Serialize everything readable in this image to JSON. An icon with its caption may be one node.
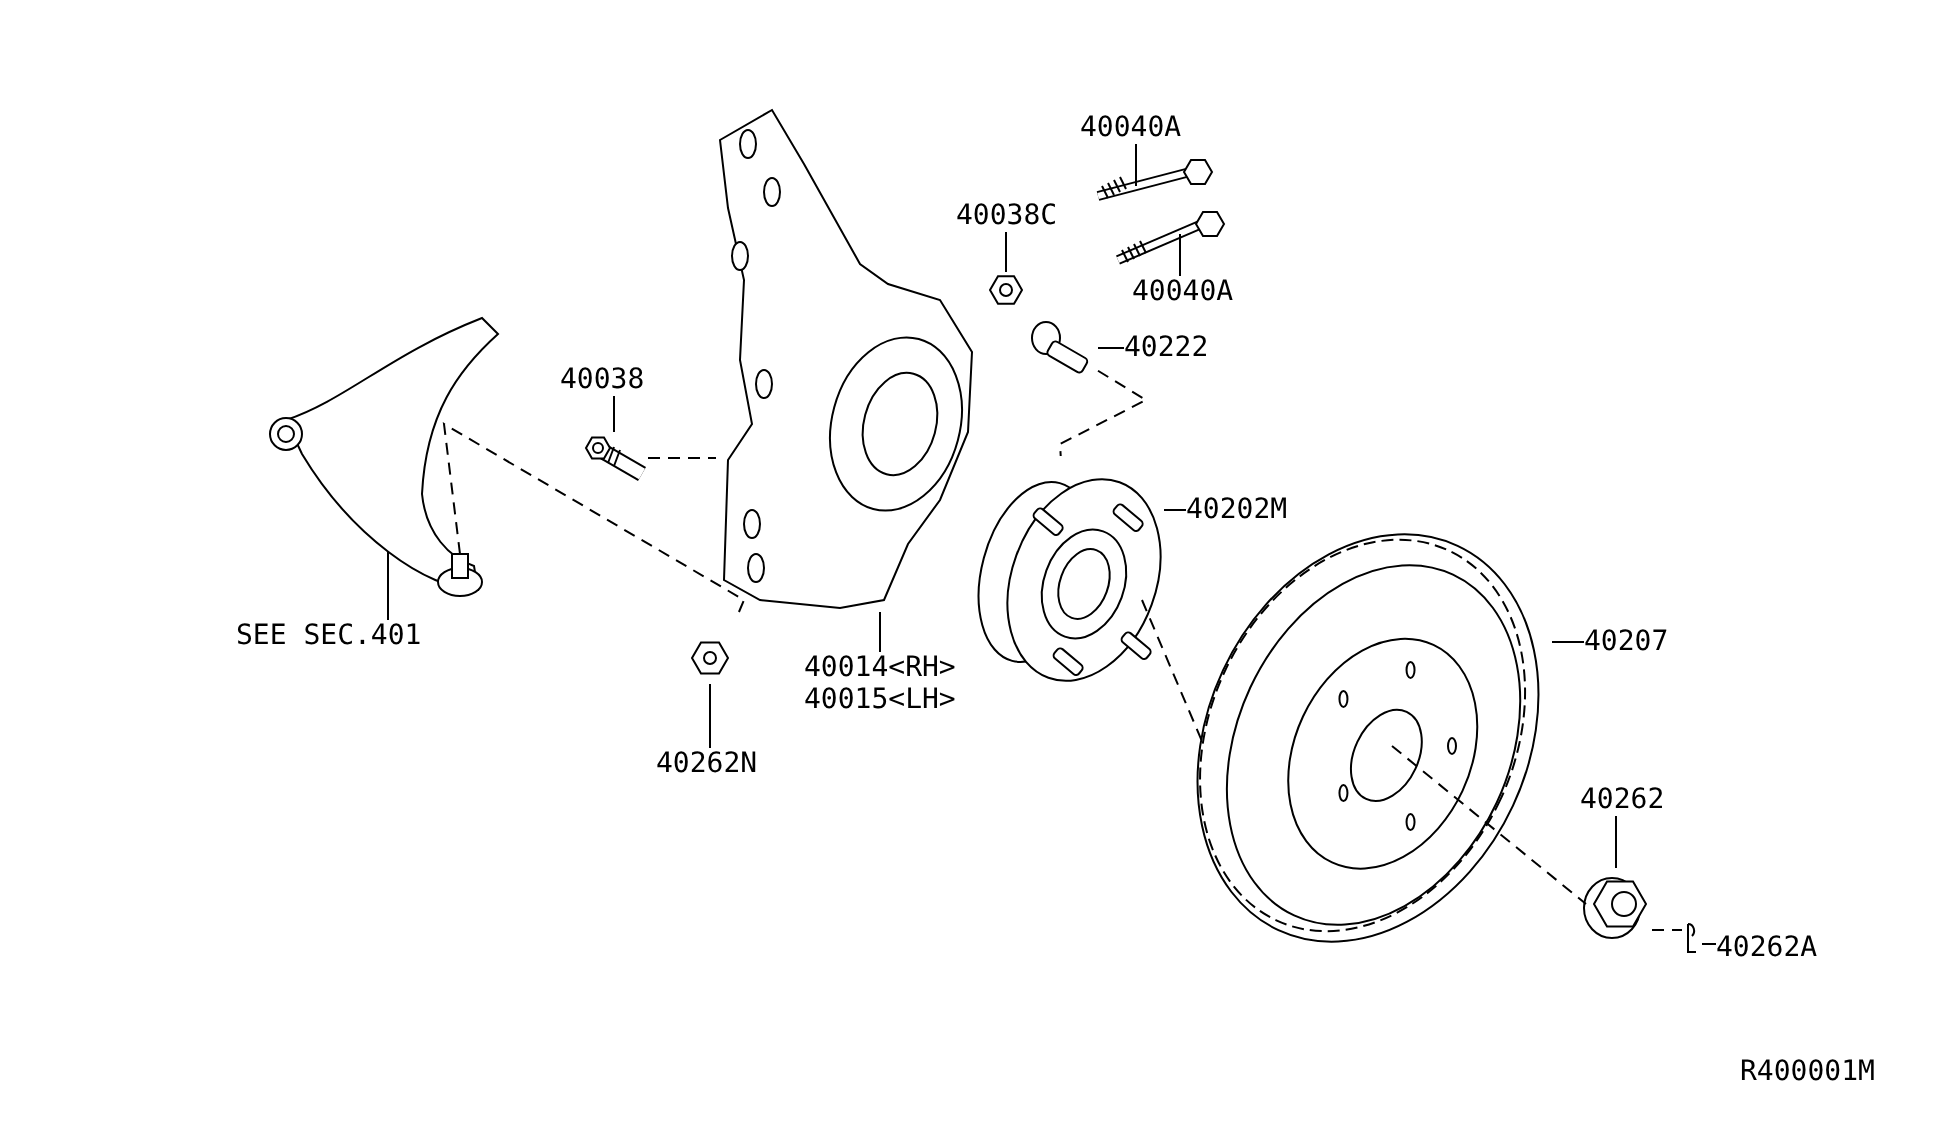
{
  "diagram": {
    "nodes": [
      {
        "text": [
          "40040A"
        ]
      },
      {
        "text": [],
        "shape": "picture"
      },
      {
        "text": [
          "40038C"
        ]
      },
      {
        "text": [],
        "shape": "picture"
      },
      {
        "text": [
          "40040A"
        ]
      },
      {
        "text": [],
        "shape": "picture"
      },
      {
        "text": [
          "40222"
        ]
      },
      {
        "text": [],
        "shape": "picture"
      },
      {
        "text": [
          "40038"
        ]
      },
      {
        "text": [],
        "shape": "picture"
      },
      {
        "text": [
          "40202M"
        ]
      },
      {
        "text": [],
        "shape": "picture"
      },
      {
        "text": [
          "SEE SEC.401"
        ]
      },
      {
        "text": [],
        "shape": "picture"
      },
      {
        "text": [
          "40207"
        ]
      },
      {
        "text": [],
        "shape": "picture"
      },
      {
        "text": [
          "40014<RH>",
          "40015<LH>"
        ]
      },
      {
        "text": [],
        "shape": "picture"
      },
      {
        "text": [
          "40262N"
        ]
      },
      {
        "text": [],
        "shape": "picture"
      },
      {
        "text": [
          "40262"
        ]
      },
      {
        "text": [],
        "shape": "picture"
      },
      {
        "text": [
          "40262A"
        ]
      },
      {
        "text": [],
        "shape": "picture"
      }
    ],
    "edges": [
      {
        "from": 0,
        "to": 1,
        "arrow": "none"
      },
      {
        "from": 2,
        "to": 3,
        "arrow": "none"
      },
      {
        "from": 4,
        "to": 5,
        "arrow": "none"
      },
      {
        "from": 6,
        "to": 7,
        "arrow": "none"
      },
      {
        "from": 8,
        "to": 9,
        "arrow": "none"
      },
      {
        "from": 10,
        "to": 11,
        "arrow": "none"
      },
      {
        "from": 12,
        "to": 13,
        "arrow": "none"
      },
      {
        "from": 14,
        "to": 15,
        "arrow": "none"
      },
      {
        "from": 16,
        "to": 17,
        "arrow": "none"
      },
      {
        "from": 18,
        "to": 19,
        "arrow": "none"
      },
      {
        "from": 20,
        "to": 21,
        "arrow": "none"
      },
      {
        "from": 22,
        "to": 23,
        "arrow": "none"
      },
      {
        "from": 13,
        "to": 17,
        "arrow": "none",
        "style": "dashed"
      },
      {
        "from": 9,
        "to": 17,
        "arrow": "none",
        "style": "dashed"
      },
      {
        "from": 7,
        "to": 11,
        "arrow": "none",
        "style": "dashed"
      },
      {
        "from": 11,
        "to": 15,
        "arrow": "none",
        "style": "dashed"
      },
      {
        "from": 15,
        "to": 21,
        "arrow": "none",
        "style": "dashed"
      },
      {
        "from": 21,
        "to": 23,
        "arrow": "none",
        "style": "dashed"
      }
    ],
    "labels": [
      "R400001M"
    ]
  }
}
